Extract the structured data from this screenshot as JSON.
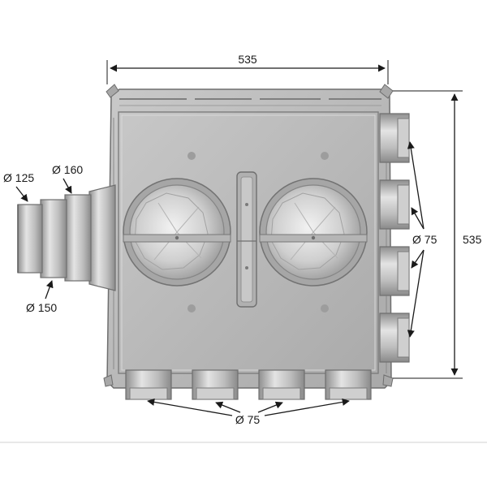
{
  "dimensions": {
    "width_label": "535",
    "height_label": "535",
    "inlet_125": "Ø 125",
    "inlet_160": "Ø 160",
    "inlet_150": "Ø 150",
    "outlets_side": "Ø 75",
    "outlets_bottom": "Ø 75"
  },
  "colors": {
    "body": "#b9b9b9",
    "body_dark": "#8e8e8e",
    "body_light": "#d6d6d6",
    "line": "#1a1a1a"
  }
}
